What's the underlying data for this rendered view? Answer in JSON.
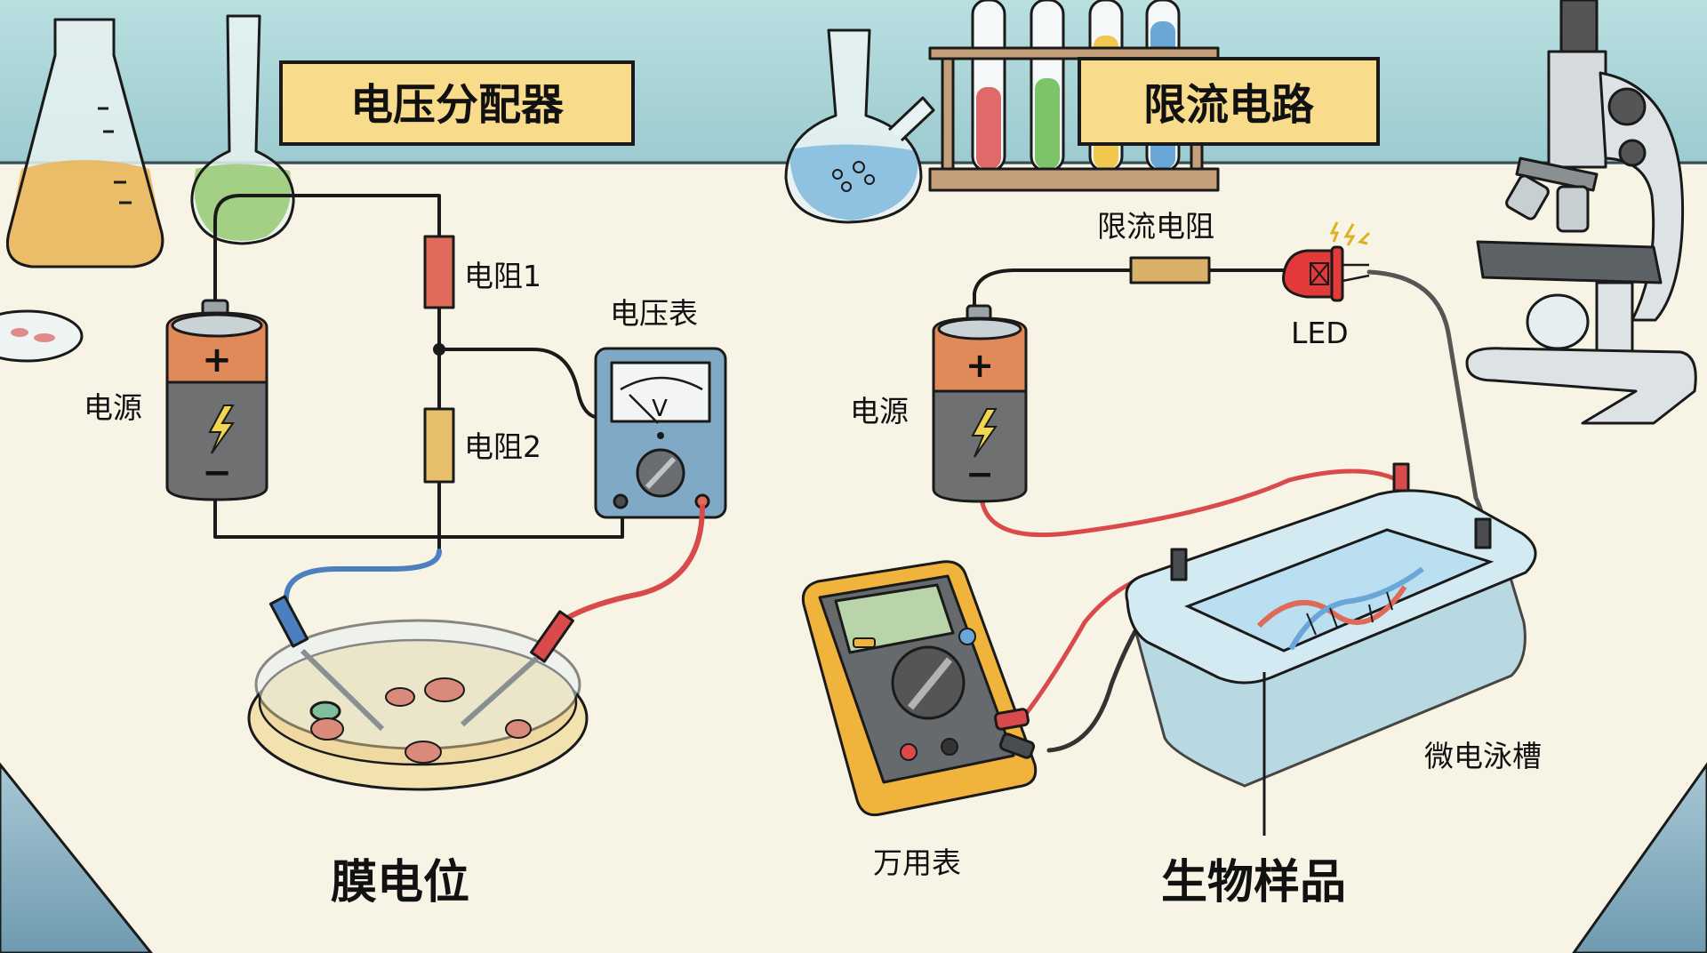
{
  "diagram": {
    "sections": [
      {
        "title": "电压分配器",
        "components": {
          "power_source": "电源",
          "resistor_1": "电阻1",
          "resistor_2": "电阻2",
          "voltmeter": "电压表",
          "voltmeter_unit": "V"
        },
        "sample_label": "膜电位"
      },
      {
        "title": "限流电路",
        "components": {
          "power_source": "电源",
          "current_limiting_resistor": "限流电阻",
          "led": "LED",
          "multimeter": "万用表",
          "electrophoresis_tank": "微电泳槽"
        },
        "sample_label": "生物样品"
      }
    ],
    "battery_symbols": {
      "positive": "+",
      "negative": "−"
    },
    "colors": {
      "wall": "#a9d3d6",
      "bench": "#f7f4e6",
      "title_box": "#f8dc8c",
      "battery_top": "#e08a5a",
      "battery_body": "#6f7072",
      "resistor_1": "#e06a5a",
      "resistor_2": "#e6c06a",
      "voltmeter": "#7fa9c4",
      "multimeter_case": "#f0b43c",
      "led": "#e23a3a",
      "wire_red": "#d94a4a",
      "wire_blue": "#4b7fbf",
      "wire_black": "#1a1a1a",
      "dna_red": "#e06a5a",
      "dna_blue": "#6aa6d8",
      "flask_orange": "#ecb450",
      "flask_green": "#9ccc7a",
      "flask_blue": "#8fc2e0",
      "tube_red": "#e06a6a",
      "tube_green": "#7cc36a",
      "tube_yellow": "#f0c850",
      "tube_blue": "#6aa6d8"
    }
  }
}
